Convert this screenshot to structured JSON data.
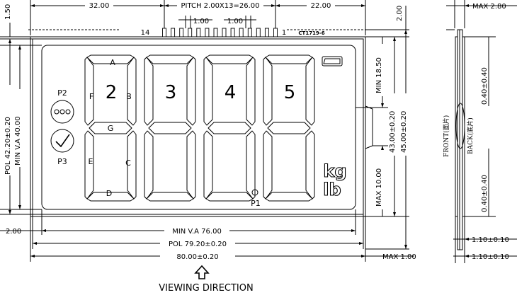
{
  "dimensions": {
    "top_left": "32.00",
    "top_pitch": "PITCH 2.00X13=26.00",
    "top_right": "22.00",
    "pin_pitch_left": "1.00",
    "pin_pitch_right": "1.00",
    "left_top_gap": "1.50",
    "right_top_gap": "2.00",
    "pol_height": "POL 42.20±0.20",
    "min_va_height": "MIN V.A 40.00",
    "right_min_top": "MIN 18.50",
    "right_max_mid": "MAX 10.00",
    "total_height": "43.00±0.20",
    "total_height_right": "45.00±0.20",
    "bottom_left_gap": "2.00",
    "min_va_width": "MIN V.A 76.00",
    "pol_width": "POL 79.20±0.20",
    "total_width": "80.00±0.20",
    "max_bottom": "MAX 1.00",
    "side_max": "MAX 2.80",
    "side_front_glass": "0.40±0.40",
    "side_back_glass": "0.40±0.40",
    "side_pol_front": "1.10±0.10",
    "side_pol_back": "1.10±0.10"
  },
  "pins": {
    "left_number": "14",
    "right_number": "1",
    "part_code": "CT1719-6"
  },
  "display": {
    "segment_letters": {
      "a": "A",
      "b": "B",
      "c": "C",
      "d": "D",
      "e": "E",
      "f": "F",
      "g": "G"
    },
    "digit_numbers": [
      "2",
      "3",
      "4",
      "5"
    ],
    "p2_label": "P2",
    "p3_label": "P3",
    "p1_label": "P1",
    "unit_kg": "kg",
    "unit_lb": "lb"
  },
  "side_view": {
    "front_label": "FRONT(面片)",
    "back_label": "BACK(底片)"
  },
  "viewing_direction": "VIEWING DIRECTION"
}
